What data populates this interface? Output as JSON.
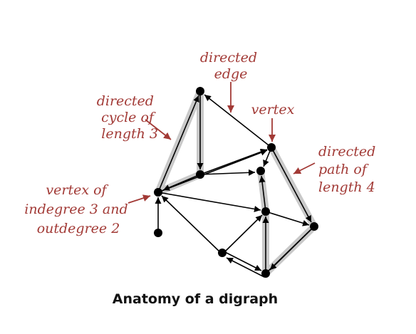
{
  "caption": "Anatomy of a digraph",
  "colors": {
    "annotation": "#a23a36",
    "highlight": "#c9c9c9",
    "ink": "#000000"
  },
  "annotations": {
    "directed_edge": [
      "directed",
      "edge"
    ],
    "directed_cycle": [
      "directed",
      "cycle of",
      "length 3"
    ],
    "vertex": [
      "vertex"
    ],
    "directed_path": [
      "directed",
      "path of",
      "length 4"
    ],
    "vertex_degree": [
      "vertex of",
      "indegree 3 and",
      "outdegree 2"
    ]
  }
}
